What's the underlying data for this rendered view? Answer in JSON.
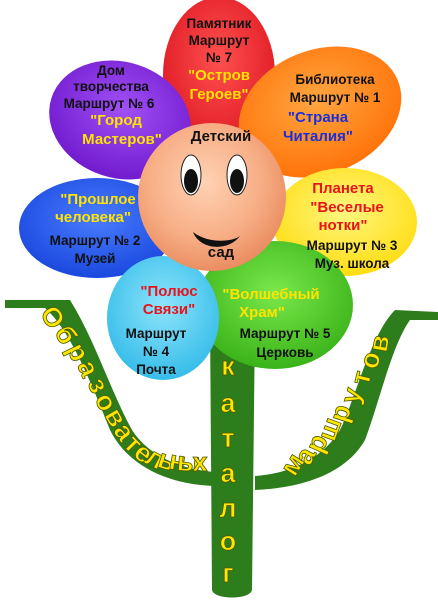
{
  "colors": {
    "red": "#e8141c",
    "orange": "#ff7a00",
    "yellow": "#ffe800",
    "green": "#3fc41c",
    "cyan": "#38c6ee",
    "blue": "#1850e6",
    "purple": "#7a1fd8",
    "face": "#f7ad84",
    "stem": "#2e7d1c",
    "letters": "#ffe600"
  },
  "center": {
    "top": "Детский",
    "bottom": "сад"
  },
  "petals": {
    "red": {
      "line1": "Памятник",
      "line2": "Маршрут",
      "line3": "№ 7",
      "title1": "\"Остров",
      "title2": "Героев\""
    },
    "orange": {
      "line1": "Библиотека",
      "line2": "Маршрут № 1",
      "title1": "\"Страна",
      "title2": "Читалия\""
    },
    "yellow": {
      "title1": "Планета",
      "title2": "\"Веселые",
      "title3": "нотки\"",
      "line1": "Маршрут № 3",
      "line2": "Муз. школа"
    },
    "green": {
      "title1": "\"Волшебный",
      "title2": "Храм\"",
      "line1": "Маршрут № 5",
      "line2": "Церковь"
    },
    "cyan": {
      "title1": "\"Полюс",
      "title2": "Связи\"",
      "line1": "Маршрут",
      "line2": "№ 4",
      "line3": "Почта"
    },
    "blue": {
      "title1": "\"Прошлое",
      "title2": "человека\"",
      "line1": "Маршрут № 2",
      "line2": "Музей"
    },
    "purple": {
      "line1": "Дом",
      "line2": "творчества",
      "line3": "Маршрут № 6",
      "title1": "\"Город",
      "title2": "Мастеров\""
    }
  },
  "stem_words": {
    "left": "Образовательных",
    "middle": "каталог",
    "right": "маршрутов"
  }
}
